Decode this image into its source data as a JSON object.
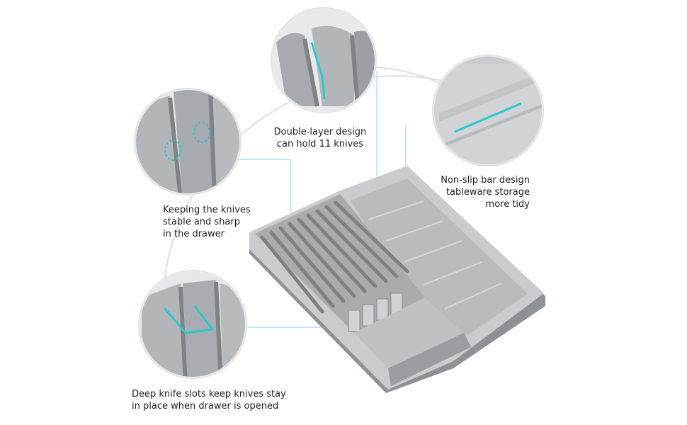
{
  "captions": {
    "double_layer": [
      "Double-layer design",
      "can hold 11 knives"
    ],
    "stable_sharp": [
      "Keeping the knives",
      "stable and sharp",
      "in the drawer"
    ],
    "non_slip": [
      "Non-slip bar design",
      "tableware storage",
      "more tidy"
    ],
    "deep_slots": [
      "Deep knife slots keep knives stay",
      "in place when drawer is opened"
    ]
  },
  "colors": {
    "accent": "#29c8cf",
    "tray": "#bfc1c4",
    "tray_dark": "#8e9195",
    "leader_line": "#9fdfe3",
    "arc": "#dedfe0"
  }
}
